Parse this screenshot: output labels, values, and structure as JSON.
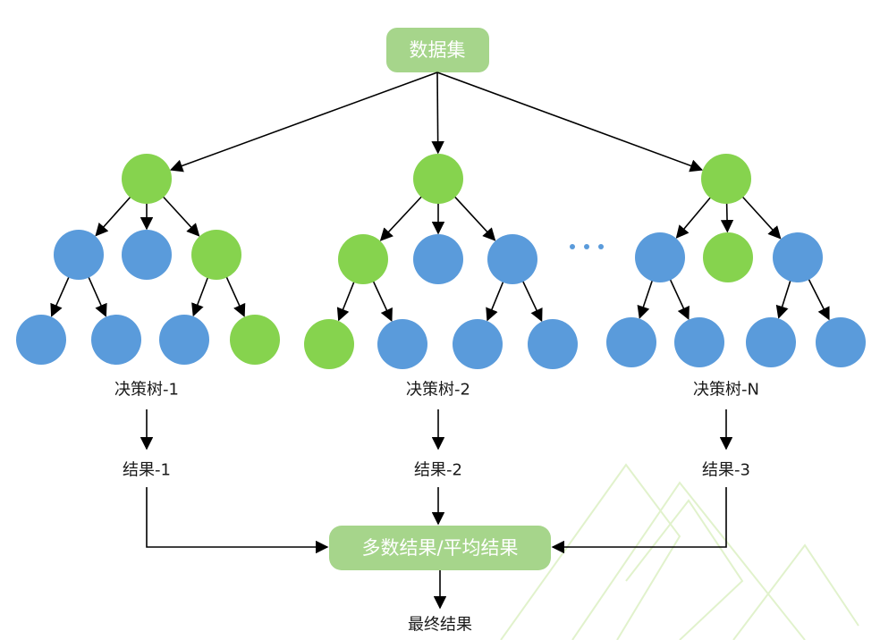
{
  "diagram": {
    "top_box": "数据集",
    "ellipsis": "· · ·",
    "trees": [
      {
        "label": "决策树-1",
        "result": "结果-1",
        "root_color": "green",
        "level1": [
          "blue",
          "blue",
          "green"
        ],
        "level2": [
          "blue",
          "blue",
          "blue",
          "green"
        ]
      },
      {
        "label": "决策树-2",
        "result": "结果-2",
        "root_color": "green",
        "level1": [
          "green",
          "blue",
          "blue"
        ],
        "level2": [
          "green",
          "blue",
          "blue",
          "blue"
        ]
      },
      {
        "label": "决策树-N",
        "result": "结果-3",
        "root_color": "green",
        "level1": [
          "blue",
          "green",
          "blue"
        ],
        "level2": [
          "blue",
          "blue",
          "blue",
          "blue"
        ]
      }
    ],
    "aggregate_box": "多数结果/平均结果",
    "final_label": "最终结果",
    "colors": {
      "green": "#86d34e",
      "blue": "#5a9bdb",
      "box": "#a6d58b",
      "watermark": "#c9e8a3"
    }
  }
}
